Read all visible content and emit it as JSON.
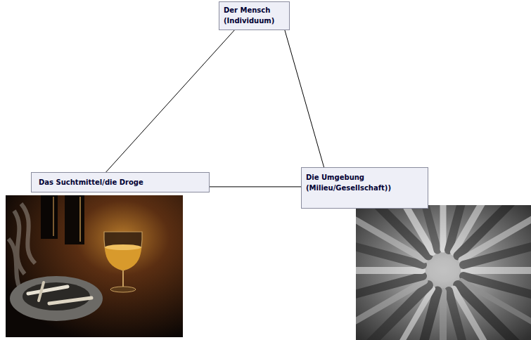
{
  "diagram": {
    "nodes": [
      {
        "text": [
          "Der Mensch (Individuum)"
        ]
      },
      {
        "text": [
          "Das Suchtmittel/die Droge"
        ]
      },
      {
        "text": [
          "Die Umgebung (Milieu/Gesellschaft))"
        ]
      }
    ],
    "edges": [
      {
        "from": 0,
        "to": 1,
        "arrow": "none"
      },
      {
        "from": 0,
        "to": 2,
        "arrow": "none"
      },
      {
        "from": 1,
        "to": 2,
        "arrow": "none"
      }
    ]
  }
}
